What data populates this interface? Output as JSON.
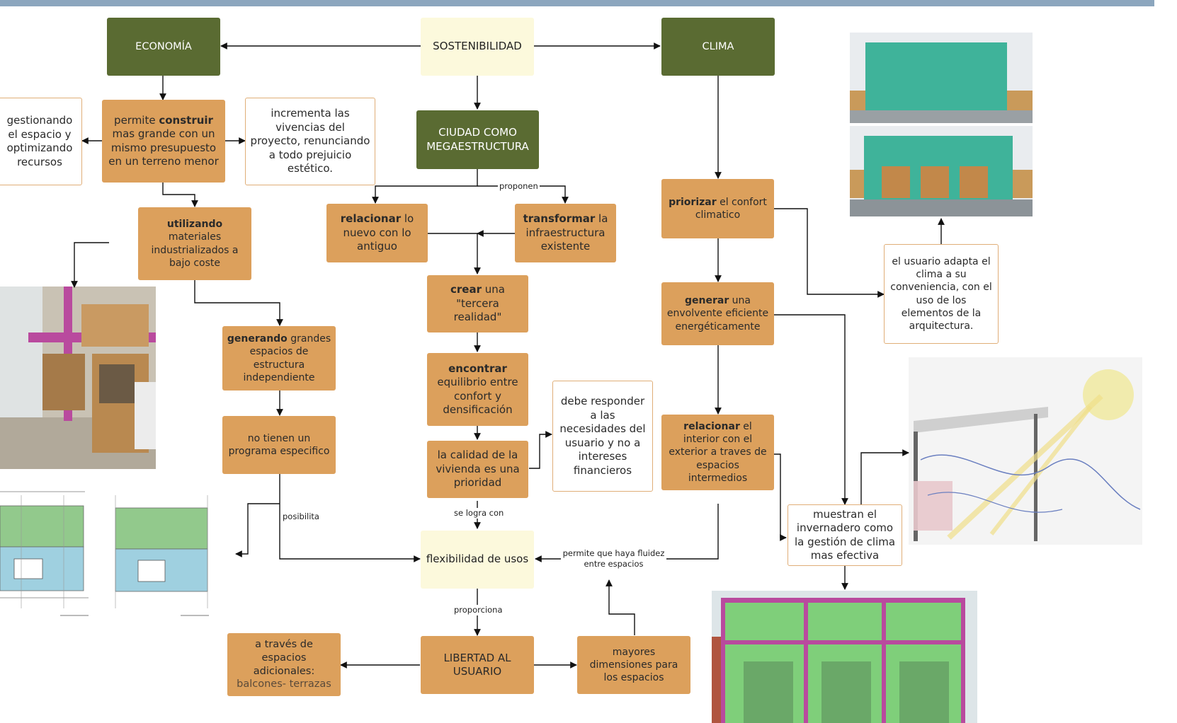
{
  "nodes": {
    "economia": "ECONOMÍA",
    "sostenibilidad": "SOSTENIBILIDAD",
    "clima": "CLIMA",
    "gestionando": "gestionando el espacio y optimizando recursos",
    "construir": {
      "pre": "permite ",
      "bold": "construir",
      "post": " mas grande con un mismo presupuesto en un terreno menor"
    },
    "incrementa": "incrementa las vivencias del proyecto, renunciando a todo prejuicio estético.",
    "ciudad": "CIUDAD COMO MEGAESTRUCTURA",
    "utilizando": {
      "bold": "utilizando",
      "post": " materiales industrializados a bajo coste"
    },
    "relacionar_nuevo": {
      "bold": "relacionar",
      "post": " lo nuevo con lo antiguo"
    },
    "transformar": {
      "bold": "transformar",
      "post": " la infraestructura existente"
    },
    "priorizar": {
      "bold": "priorizar",
      "post": " el confort climatico"
    },
    "usuario_adapta": "el usuario adapta el clima a su conveniencia, con el uso de los elementos de la arquitectura.",
    "crear": {
      "bold": "crear",
      "post": " una \"tercera realidad\""
    },
    "generando": {
      "bold": "generando",
      "post": " grandes espacios de estructura independiente"
    },
    "generar": {
      "bold": "generar",
      "post": " una envolvente eficiente energéticamente"
    },
    "encontrar": {
      "bold": "encontrar",
      "post": " equilibrio entre confort y densificación"
    },
    "debe_responder": "debe responder a las necesidades del usuario y no a intereses financieros",
    "no_tienen": "no tienen un programa especifico",
    "calidad": "la calidad de la vivienda es una prioridad",
    "relacionar_interior": {
      "bold": "relacionar",
      "post": " el interior con el exterior a traves de espacios intermedios"
    },
    "muestran": "muestran el invernadero como la gestión de clima mas efectiva",
    "flexibilidad": "flexibilidad de usos",
    "libertad": "LIBERTAD AL USUARIO",
    "a_traves": "a través de espacios adicionales:",
    "balcones": "balcones- terrazas",
    "mayores": "mayores dimensiones para los espacios"
  },
  "edge_labels": {
    "proponen": "proponen",
    "posibilita": "posibilita",
    "se_logra_con": "se logra con",
    "permite_fluidez": "permite que haya fluidez entre espacios",
    "proporciona": "proporciona"
  },
  "colors": {
    "green": "#5a6b32",
    "cream": "#fcf9dc",
    "orange": "#dca05c",
    "outline": "#e0ae78",
    "topbar": "#8ca6be"
  }
}
